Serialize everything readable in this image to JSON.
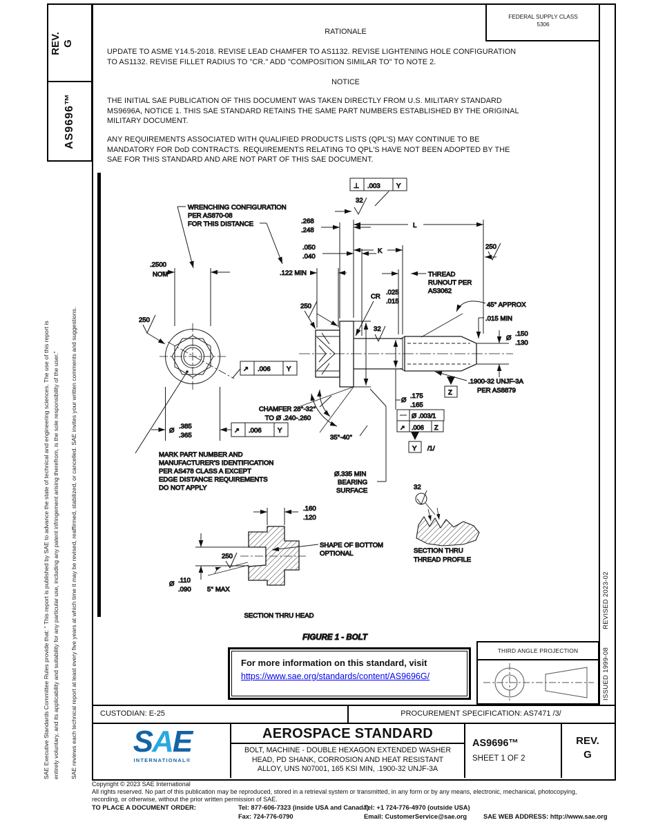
{
  "spine": {
    "rev_label": "REV.",
    "rev_value": "G",
    "doc_number": "AS9696™",
    "left_note1_l1": "SAE Executive Standards Committee Rules provide that: “ This report is published by SAE to advance the state of technical and engineering sciences. The use of this report is",
    "left_note1_l2": "entirely voluntary, and its applicability and suitability for any particular use, including any patent infringement arising therefrom, is the sole responsibility of the user.”",
    "left_note2": "SAE reviews each technical report at least every five years at which time it may be revised, reaffirmed, stabilized, or cancelled. SAE invites your written comments and suggestions.",
    "issued": "ISSUED 1999-08",
    "revised": "REVISED 2023-02"
  },
  "header": {
    "fsc_line1": "FEDERAL SUPPLY CLASS",
    "fsc_line2": "5306",
    "rationale_title": "RATIONALE",
    "rationale_l1": "UPDATE TO ASME Y14.5-2018. REVISE LEAD CHAMFER TO AS1132. REVISE LIGHTENING HOLE CONFIGURATION",
    "rationale_l2": "TO AS1132. REVISE FILLET RADIUS TO \"CR.\" ADD \"COMPOSITION SIMILAR TO\" TO NOTE 2.",
    "notice_title": "NOTICE",
    "notice1_l1": "THE INITIAL SAE PUBLICATION OF THIS DOCUMENT WAS TAKEN DIRECTLY FROM U.S. MILITARY STANDARD",
    "notice1_l2": "MS9696A, NOTICE 1. THIS SAE STANDARD RETAINS THE SAME PART NUMBERS ESTABLISHED BY THE ORIGINAL",
    "notice1_l3": "MILITARY DOCUMENT.",
    "notice2_l1": "ANY REQUIREMENTS ASSOCIATED WITH QUALIFIED PRODUCTS LISTS (QPL'S) MAY CONTINUE TO BE",
    "notice2_l2": "MANDATORY FOR DoD CONTRACTS. REQUIREMENTS RELATING TO QPL'S HAVE NOT BEEN ADOPTED BY THE",
    "notice2_l3": "SAE FOR THIS STANDARD AND ARE NOT PART OF THIS SAE DOCUMENT."
  },
  "fig": {
    "wrench1": "WRENCHING CONFIGURATION",
    "wrench2": "PER AS870-08",
    "wrench3": "FOR THIS DISTANCE",
    "d2500": ".2500",
    "nom": "NOM",
    "f250": "250",
    "f32": "32",
    "perp": "⊥",
    "p003": ".003",
    "dY": "Y",
    "dZ": "Z",
    "d268": ".268",
    "d248": ".248",
    "d050": ".050",
    "d040": ".040",
    "d122": ".122 MIN",
    "L": "L",
    "K": "K",
    "runout1": "THREAD",
    "runout2": "RUNOUT PER",
    "runout3": "AS3062",
    "cr": "CR",
    "d025": ".025",
    "d015": ".015",
    "deg45": "45° APPROX",
    "min015": ".015 MIN",
    "dia": "Ø",
    "d150": ".150",
    "d130": ".130",
    "thread1": ".1900-32 UNJF-3A",
    "thread2": "PER AS8879",
    "d175": ".175",
    "d165": ".165",
    "straight": "Ø .003/1",
    "d006": ".006",
    "note1": "/1/",
    "cham1": "CHAMFER 28°-32°",
    "cham2": "TO Ø .240-.260",
    "deg3540": "35°-40°",
    "bear1": "Ø.335 MIN",
    "bear2": "BEARING",
    "bear3": "SURFACE",
    "mark1": "MARK PART NUMBER AND",
    "mark2": "MANUFACTURER'S IDENTIFICATION",
    "mark3": "PER AS478 CLASS A EXCEPT",
    "mark4": "EDGE DISTANCE REQUIREMENTS",
    "mark5": "DO NOT APPLY",
    "d385": ".385",
    "d365": ".365",
    "d160": ".160",
    "d120": ".120",
    "d110": ".110",
    "d090": ".090",
    "deg5": "5° MAX",
    "shape1": "SHAPE OF BOTTOM",
    "shape2": "OPTIONAL",
    "secHead": "SECTION THRU HEAD",
    "secThr1": "SECTION THRU",
    "secThr2": "THREAD PROFILE",
    "caption": "FIGURE 1 - BOLT"
  },
  "info_box": {
    "line1": "For more information on this standard, visit",
    "link": "https://www.sae.org/standards/content/AS9696G/"
  },
  "projection": {
    "title": "THIRD ANGLE PROJECTION"
  },
  "title_block": {
    "custodian": "CUSTODIAN: E-25",
    "procurement": "PROCUREMENT SPECIFICATION: AS7471 /3/",
    "standard_type": "AEROSPACE STANDARD",
    "desc_l1": "BOLT, MACHINE - DOUBLE HEXAGON EXTENDED WASHER",
    "desc_l2": "HEAD, PD SHANK, CORROSION AND HEAT RESISTANT",
    "desc_l3": "ALLOY, UNS N07001, 165 KSI MIN, .1900-32 UNJF-3A",
    "doc_number": "AS9696™",
    "sheet": "SHEET 1 OF 2",
    "rev_label": "REV.",
    "rev_value": "G",
    "logo_s": "S",
    "logo_a": "A",
    "logo_e": "E",
    "logo_sub": "INTERNATIONAL®",
    "logo_dark": "#1464a5",
    "logo_light": "#2aa9e0"
  },
  "footer": {
    "copyright": "Copyright © 2023 SAE International",
    "rights_l1": "All rights reserved. No part of this publication may be reproduced, stored in a retrieval system or transmitted, in any form or by any means, electronic, mechanical, photocopying,",
    "rights_l2": "recording, or otherwise, without the prior written permission of SAE.",
    "order_label": "TO PLACE A DOCUMENT ORDER:",
    "tel1": "Tel: 877-606-7323 (inside USA and Canada)",
    "tel2": "Tel: +1 724-776-4970 (outside USA)",
    "fax": "Fax: 724-776-0790",
    "email": "Email: CustomerService@sae.org",
    "web": "SAE WEB ADDRESS: http://www.sae.org"
  }
}
